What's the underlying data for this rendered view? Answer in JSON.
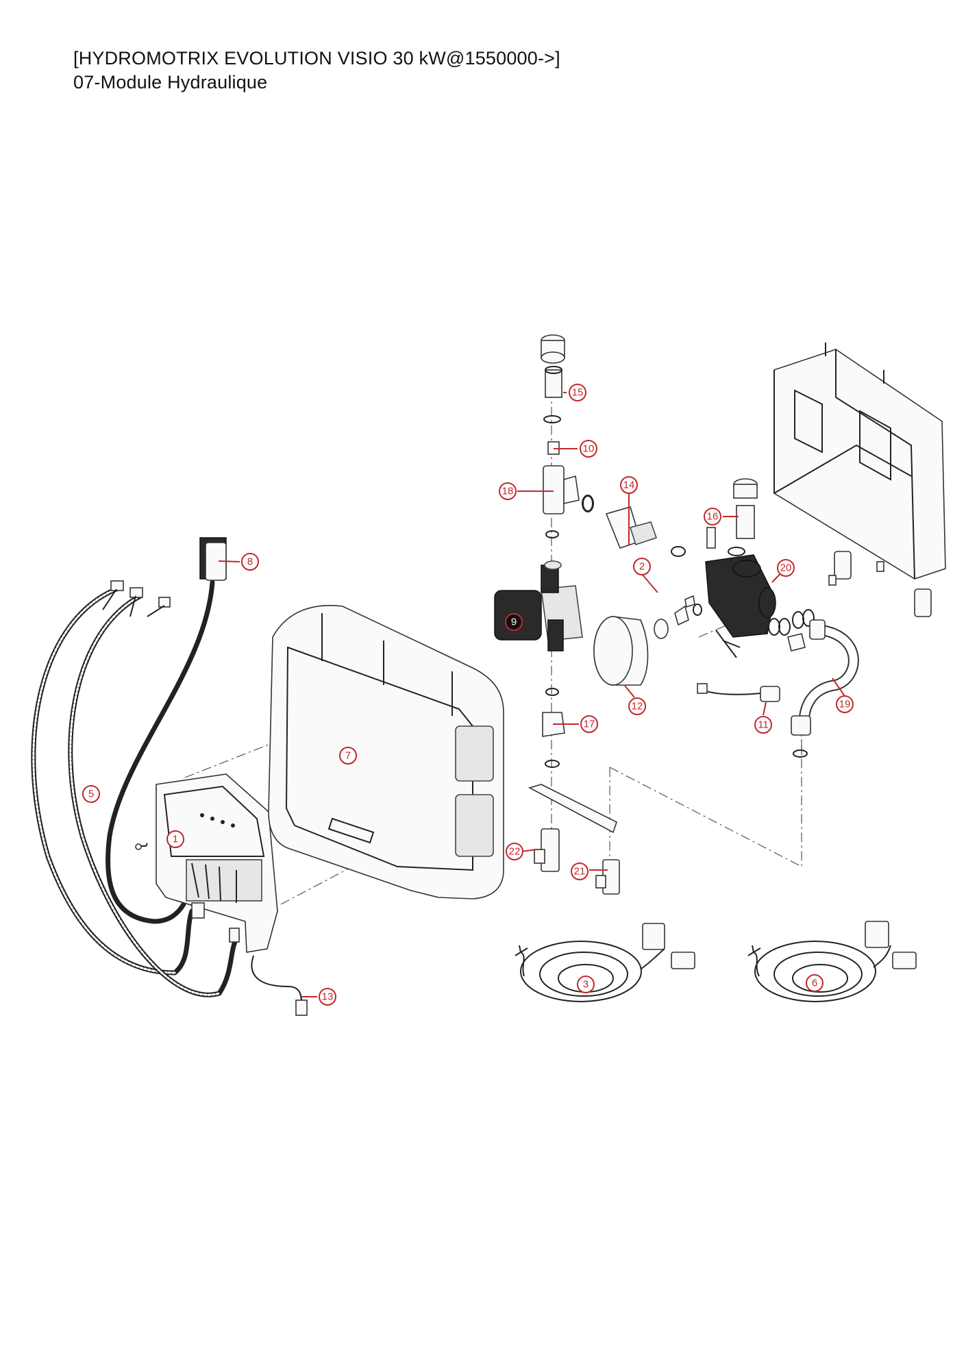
{
  "header": {
    "model": "[HYDROMOTRIX EVOLUTION VISIO 30 kW@1550000->]",
    "section": "07-Module Hydraulique"
  },
  "callouts": [
    "1",
    "2",
    "3",
    "5",
    "6",
    "7",
    "8",
    "9",
    "10",
    "11",
    "12",
    "13",
    "14",
    "15",
    "16",
    "17",
    "18",
    "19",
    "20",
    "21",
    "22"
  ],
  "colors": {
    "callout": "#c0282d",
    "line": "#222222"
  }
}
